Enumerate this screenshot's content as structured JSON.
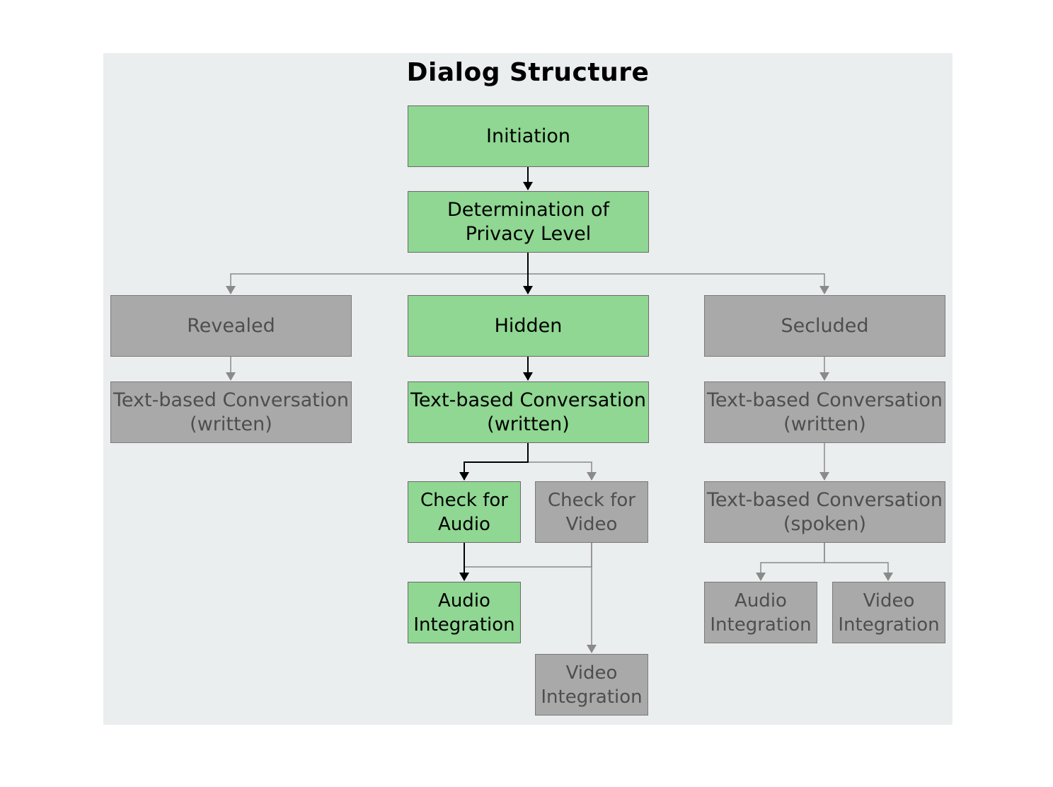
{
  "title": "Dialog Structure",
  "colors": {
    "active_fill": "#8fd792",
    "inactive_fill": "#a9a9a9",
    "active_edge": "#000000",
    "inactive_edge": "#8a8a8a",
    "background": "#ebeeee"
  },
  "nodes": {
    "initiation": {
      "label": "Initiation",
      "state": "active"
    },
    "privacy": {
      "label": "Determination of\nPrivacy Level",
      "state": "active"
    },
    "revealed": {
      "label": "Revealed",
      "state": "inactive"
    },
    "hidden": {
      "label": "Hidden",
      "state": "active"
    },
    "secluded": {
      "label": "Secluded",
      "state": "inactive"
    },
    "revealed_text": {
      "label": "Text-based Conversation\n(written)",
      "state": "inactive"
    },
    "hidden_text": {
      "label": "Text-based Conversation\n(written)",
      "state": "active"
    },
    "secluded_text": {
      "label": "Text-based Conversation\n(written)",
      "state": "inactive"
    },
    "check_audio": {
      "label": "Check for\nAudio",
      "state": "active"
    },
    "check_video": {
      "label": "Check for\nVideo",
      "state": "inactive"
    },
    "secluded_spoken": {
      "label": "Text-based Conversation\n(spoken)",
      "state": "inactive"
    },
    "hidden_audio_integration": {
      "label": "Audio\nIntegration",
      "state": "active"
    },
    "hidden_video_integration": {
      "label": "Video\nIntegration",
      "state": "inactive"
    },
    "secluded_audio_integration": {
      "label": "Audio\nIntegration",
      "state": "inactive"
    },
    "secluded_video_integration": {
      "label": "Video\nIntegration",
      "state": "inactive"
    }
  },
  "edges": [
    {
      "from": "initiation",
      "to": "privacy",
      "state": "active"
    },
    {
      "from": "privacy",
      "to": "revealed",
      "state": "inactive"
    },
    {
      "from": "privacy",
      "to": "hidden",
      "state": "active"
    },
    {
      "from": "privacy",
      "to": "secluded",
      "state": "inactive"
    },
    {
      "from": "revealed",
      "to": "revealed_text",
      "state": "inactive"
    },
    {
      "from": "hidden",
      "to": "hidden_text",
      "state": "active"
    },
    {
      "from": "secluded",
      "to": "secluded_text",
      "state": "inactive"
    },
    {
      "from": "hidden_text",
      "to": "check_audio",
      "state": "active"
    },
    {
      "from": "hidden_text",
      "to": "check_video",
      "state": "inactive"
    },
    {
      "from": "secluded_text",
      "to": "secluded_spoken",
      "state": "inactive"
    },
    {
      "from": "check_audio",
      "to": "hidden_audio_integration",
      "state": "active"
    },
    {
      "from": "check_video",
      "to": "hidden_audio_integration",
      "state": "inactive"
    },
    {
      "from": "check_video",
      "to": "hidden_video_integration",
      "state": "inactive"
    },
    {
      "from": "secluded_spoken",
      "to": "secluded_audio_integration",
      "state": "inactive"
    },
    {
      "from": "secluded_spoken",
      "to": "secluded_video_integration",
      "state": "inactive"
    }
  ]
}
